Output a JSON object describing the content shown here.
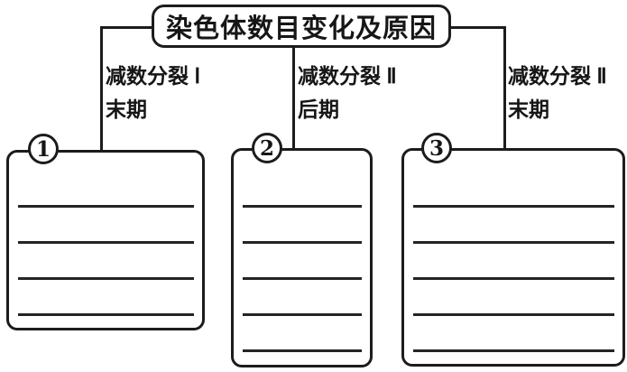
{
  "diagram": {
    "title": "染色体数目变化及原因",
    "branches": [
      {
        "label_line1": "减数分裂 Ⅰ",
        "label_line2": "末期"
      },
      {
        "label_line1": "减数分裂 Ⅱ",
        "label_line2": "后期"
      },
      {
        "label_line1": "减数分裂 Ⅱ",
        "label_line2": "末期"
      }
    ],
    "boxes": [
      {
        "circled_number": "1",
        "blank_lines": 4
      },
      {
        "circled_number": "2",
        "blank_lines": 5
      },
      {
        "circled_number": "3",
        "blank_lines": 5
      }
    ],
    "colors": {
      "stroke": "#1c1c1c",
      "background": "#ffffff"
    }
  }
}
